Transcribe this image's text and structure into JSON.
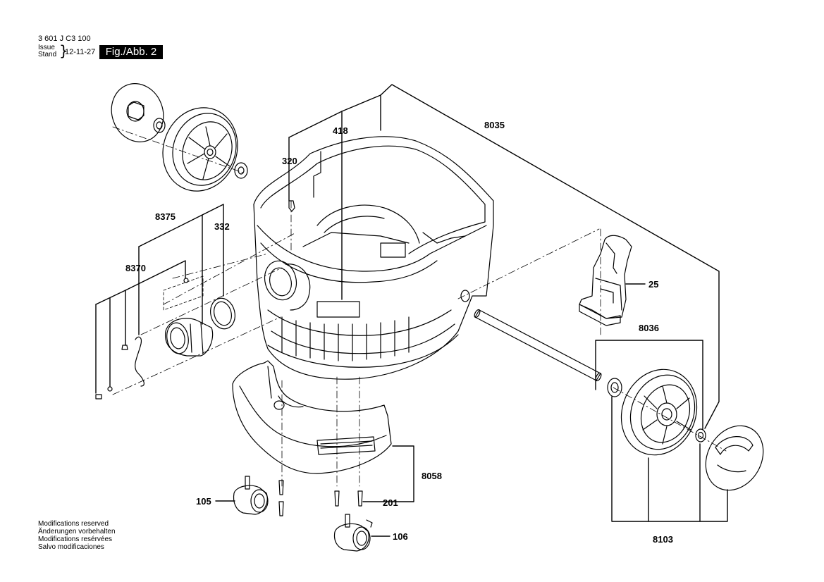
{
  "header": {
    "doc_number": "3 601 J C3 100",
    "issue_label": "Issue",
    "stand_label": "Stand",
    "issue_date": "12-11-27",
    "fig_label": "Fig./Abb. 2"
  },
  "notes": [
    "Modifications reserved",
    "Änderungen vorbehalten",
    "Modifications resérvées",
    "Salvo modificaciones"
  ],
  "parts": {
    "p8035": "8035",
    "p418": "418",
    "p320": "320",
    "p8375": "8375",
    "p332": "332",
    "p8370": "8370",
    "p25": "25",
    "p8036": "8036",
    "p8058": "8058",
    "p105": "105",
    "p201": "201",
    "p106": "106",
    "p8103": "8103"
  }
}
